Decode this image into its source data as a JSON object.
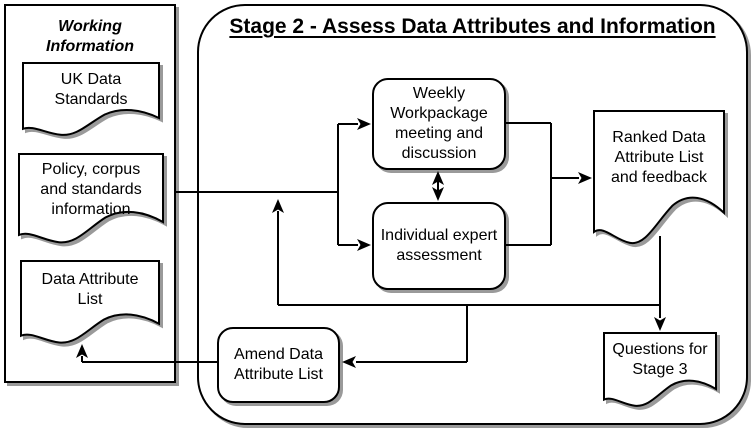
{
  "sidebar": {
    "title": "Working Information",
    "documents": [
      {
        "label": "UK Data Standards"
      },
      {
        "label": "Policy, corpus and standards information"
      },
      {
        "label": "Data Attribute List"
      }
    ]
  },
  "stage": {
    "title": "Stage 2 - Assess Data Attributes and Information",
    "nodes": {
      "weekly_meeting": "Weekly Workpackage meeting and discussion",
      "individual_assessment": "Individual expert assessment",
      "ranked_list": "Ranked Data Attribute List and feedback",
      "amend_list": "Amend Data Attribute List",
      "questions": "Questions for Stage 3"
    }
  },
  "colors": {
    "line": "#000000",
    "fill": "#ffffff",
    "shadow": "#9a9a9a"
  }
}
